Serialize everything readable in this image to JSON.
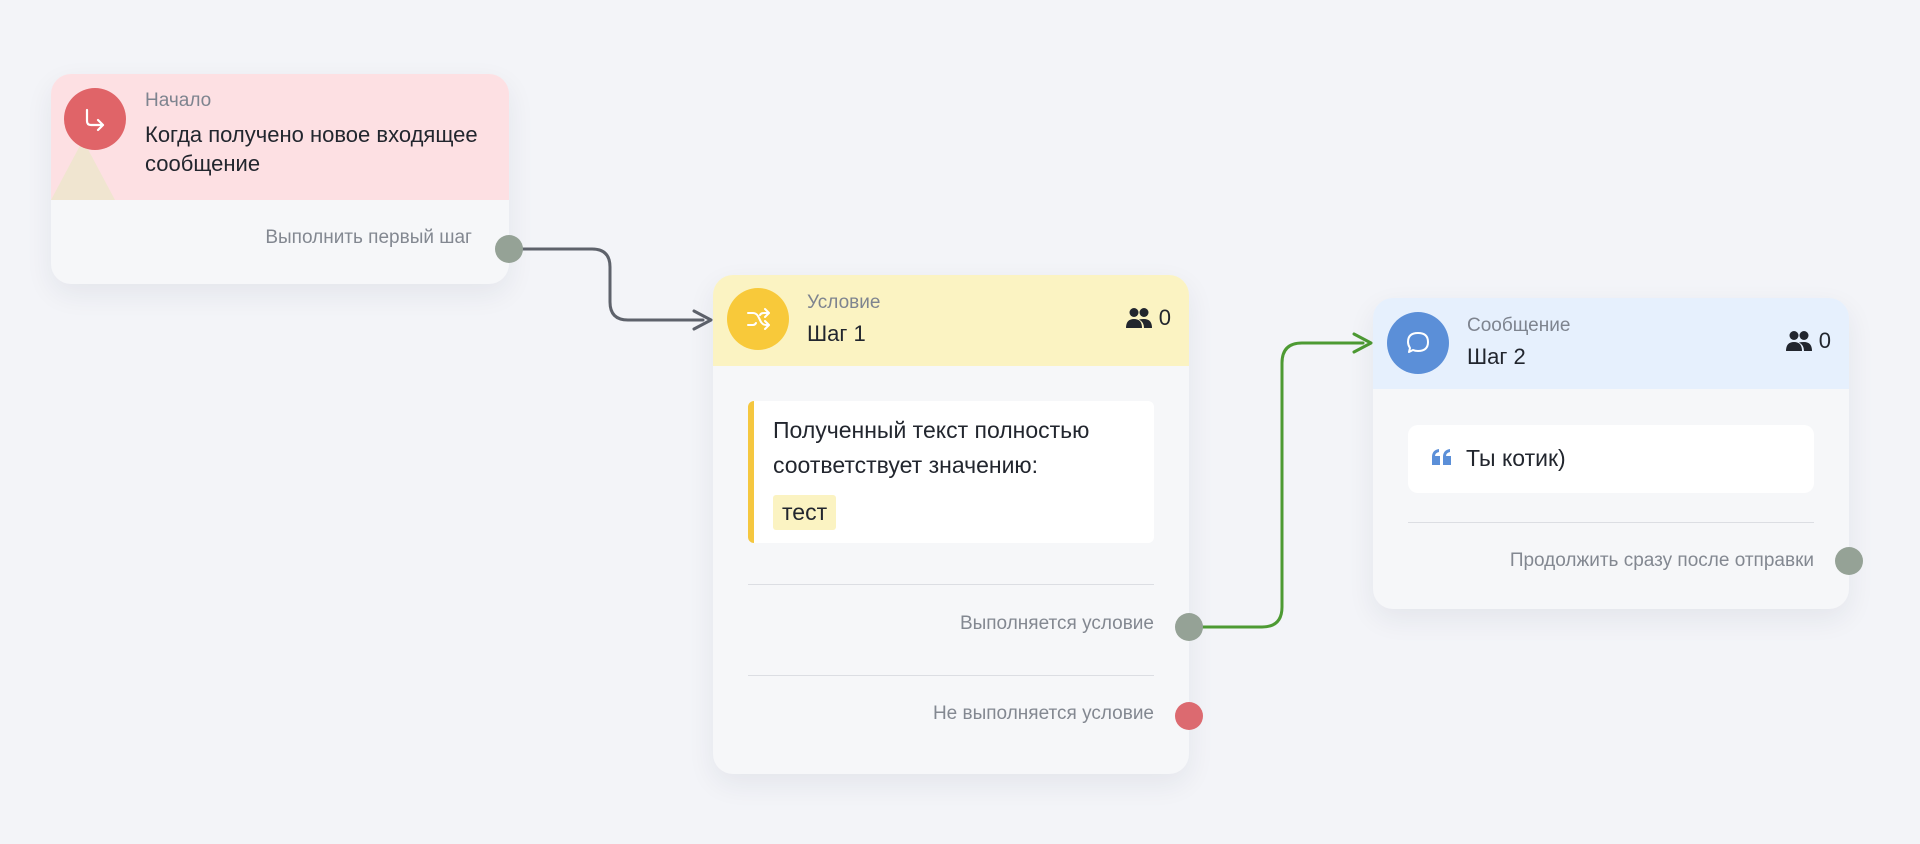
{
  "colors": {
    "start_header": "#fde0e3",
    "start_icon": "#e06468",
    "condition_header": "#fbf3c2",
    "condition_icon": "#f8c93a",
    "message_header": "#e6f0fd",
    "message_icon": "#5b8fd8",
    "port_grey": "#95a296",
    "port_red": "#dc6a70",
    "link_grey": "#5e626b",
    "link_green": "#4d9a33"
  },
  "start_node": {
    "icon": "redirect-arrow-icon",
    "type_label": "Начало",
    "title": "Когда получено новое входящее сообщение",
    "output_label": "Выполнить первый шаг"
  },
  "condition_node": {
    "icon": "shuffle-icon",
    "type_label": "Условие",
    "title": "Шаг 1",
    "users_icon": "users-icon",
    "users_count": "0",
    "condition_text": "Полученный текст полностью соответствует значению:",
    "condition_value": "тест",
    "output_true_label": "Выполняется условие",
    "output_false_label": "Не выполняется условие"
  },
  "message_node": {
    "icon": "chat-bubble-icon",
    "type_label": "Сообщение",
    "title": "Шаг 2",
    "users_icon": "users-icon",
    "users_count": "0",
    "quote_icon": "quote-icon",
    "message_text": "Ты котик)",
    "output_label": "Продолжить сразу после отправки"
  }
}
